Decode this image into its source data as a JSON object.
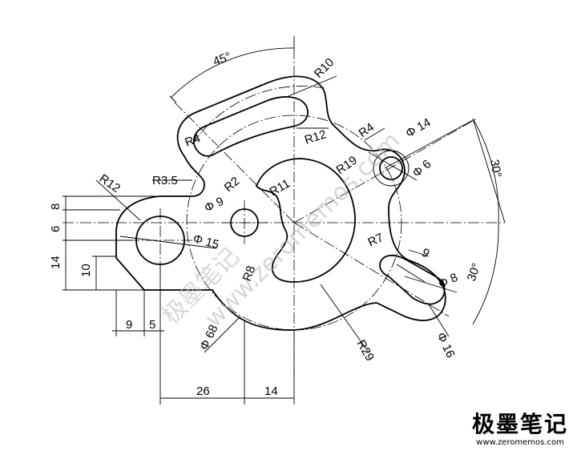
{
  "dimensions": {
    "angle_45": "45°",
    "r10": "R10",
    "r4_left": "R4",
    "r12_top": "R12",
    "r4_right": "R4",
    "d14": "Φ 14",
    "angle_30_top": "30°",
    "r12_left": "R12",
    "r3_5": "R3.5",
    "r2": "R2",
    "r11": "R11",
    "r19": "R19",
    "d6": "Φ 6",
    "d9": "Φ 9",
    "d15": "Φ 15",
    "r7": "R7",
    "nine_right": "9",
    "d8": "Φ 8",
    "angle_30_bottom": "30°",
    "r8": "R8",
    "d68": "Φ 68",
    "r29": "R29",
    "d16": "Φ 16",
    "v8": "8",
    "v6": "6",
    "v14": "14",
    "v10": "10",
    "h9": "9",
    "h5": "5",
    "h26": "26",
    "h14": "14"
  },
  "watermark": {
    "line1": "极墨笔记",
    "line2": "www.zeromemos.com"
  },
  "brand": {
    "title": "极墨笔记",
    "url": "www.zeromemos.com"
  }
}
